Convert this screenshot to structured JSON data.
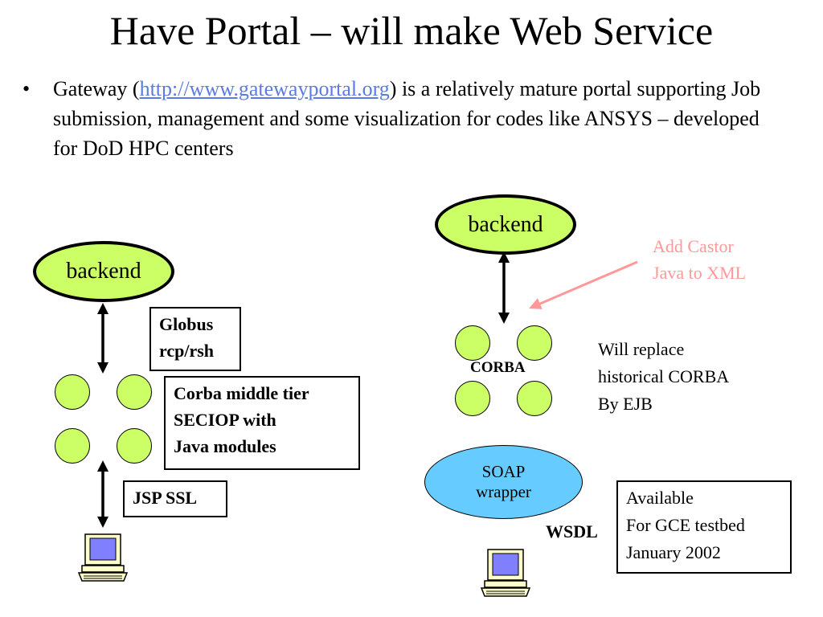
{
  "slide": {
    "title": "Have Portal – will make Web Service",
    "bullet": {
      "marker": "•",
      "prefix": "Gateway (",
      "link": "http://www.gatewayportal.org",
      "suffix": ") is a relatively  mature portal supporting Job submission, management and some visualization for codes like ANSYS – developed for DoD HPC centers"
    }
  },
  "left_diagram": {
    "backend_label": "backend",
    "globus_label": "Globus\nrcp/rsh",
    "corba_tier_label": "Corba middle tier\nSECIOP with\nJava modules",
    "jsp_label": "JSP SSL"
  },
  "right_diagram": {
    "backend_label": "backend",
    "castor_note": "Add Castor\nJava to XML",
    "corba_label": "CORBA",
    "replace_note": "Will replace\nhistorical CORBA\nBy EJB",
    "soap_label": "SOAP\nwrapper",
    "wsdl_label": "WSDL",
    "available_note": "Available\nFor GCE testbed\nJanuary 2002"
  },
  "colors": {
    "node_fill": "#ccff66",
    "soap_fill": "#66ccff",
    "link": "#5a7be0",
    "annotation": "#ff9999",
    "screen": "#8080ff",
    "computer_body": "#ffffcc"
  },
  "icons": [
    "computer-icon",
    "computer-icon"
  ]
}
